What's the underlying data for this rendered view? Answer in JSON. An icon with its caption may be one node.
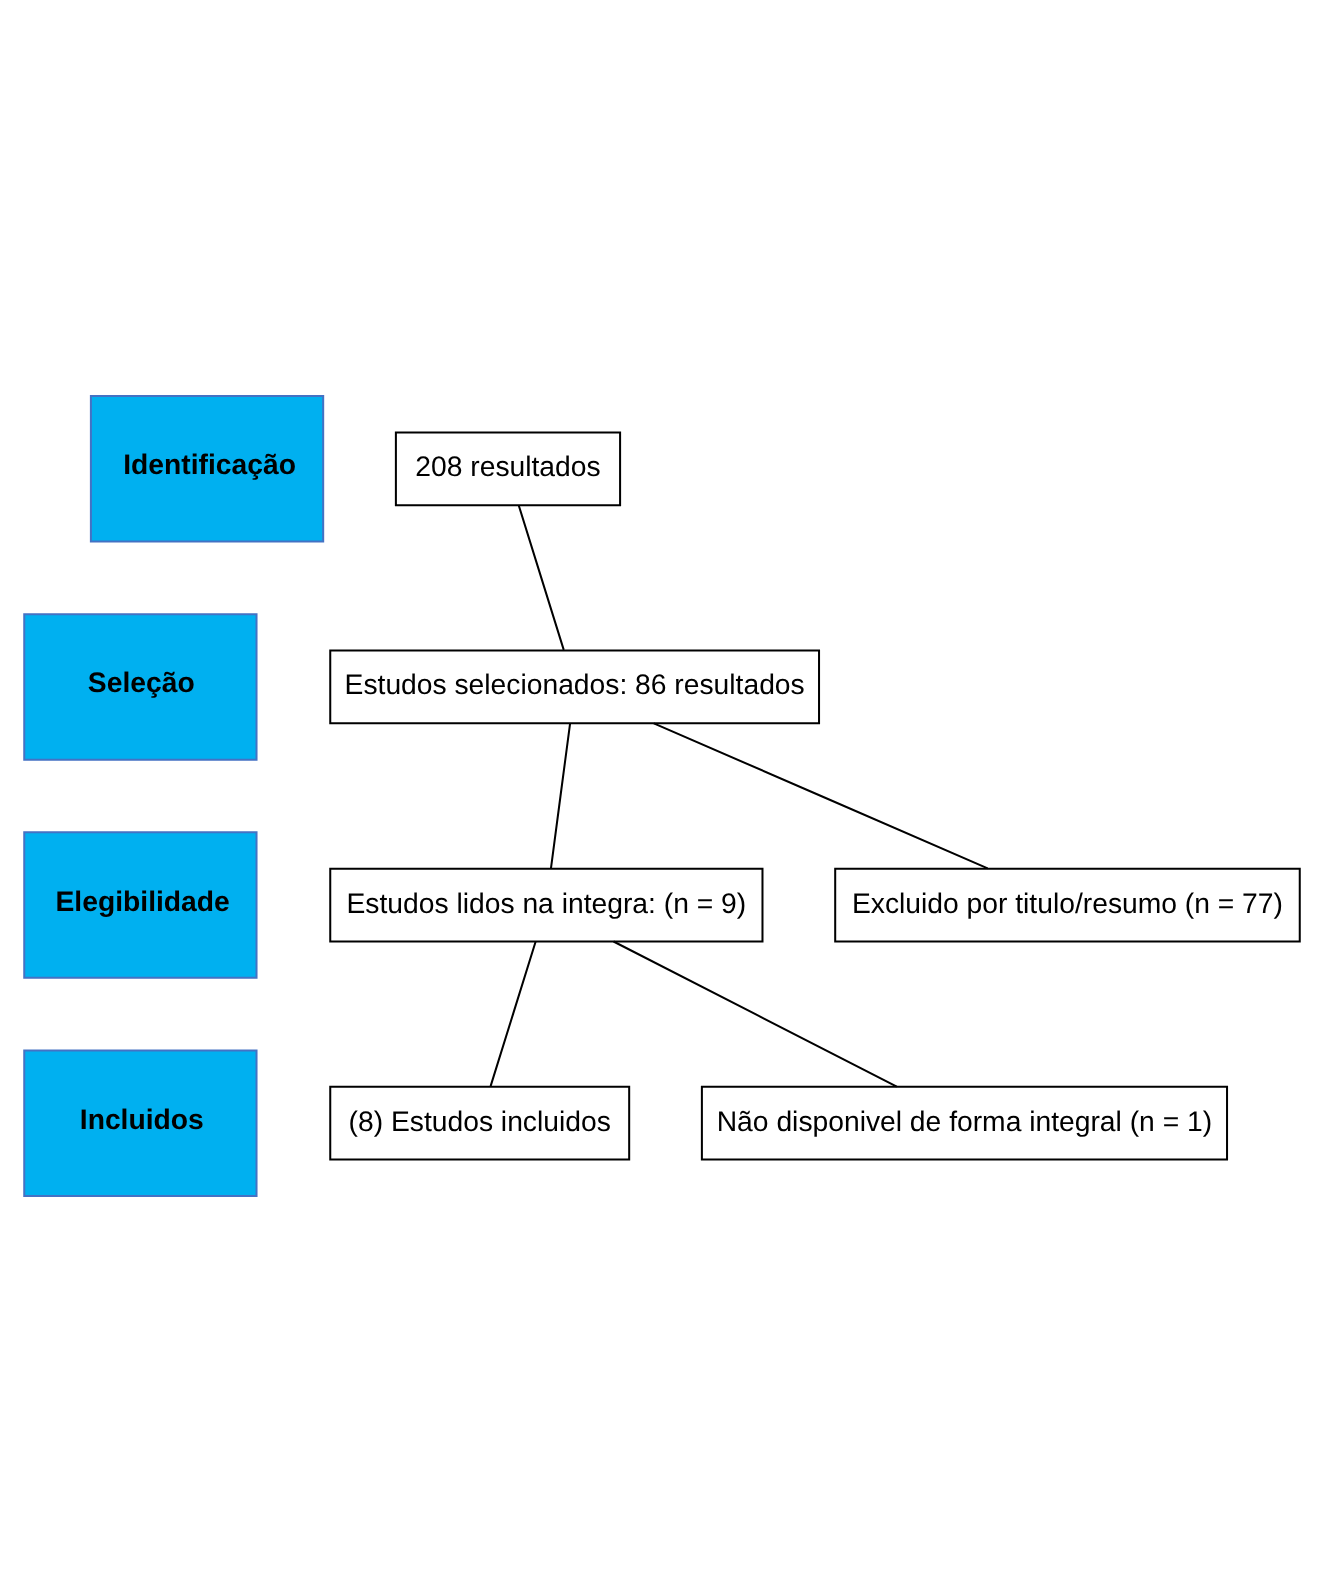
{
  "diagram": {
    "nodes": [
      {
        "text": [
          "Identificação"
        ]
      },
      {
        "text": [
          "208 resultados"
        ]
      },
      {
        "text": [
          "Seleção"
        ]
      },
      {
        "text": [
          "Estudos selecionados: 86 resultados"
        ]
      },
      {
        "text": [
          "Excluido por titulo/resumo (n = 77)"
        ]
      },
      {
        "text": [
          "Elegibilidade"
        ]
      },
      {
        "text": [
          "Estudos lidos na integra: (n = 9)"
        ]
      },
      {
        "text": [
          "Não disponivel de forma integral (n = 1)"
        ]
      },
      {
        "text": [
          "Incluidos"
        ]
      },
      {
        "text": [
          "(8) Estudos incluidos"
        ]
      }
    ],
    "edges": [
      {
        "from": 1,
        "to": 3,
        "arrow": "none"
      },
      {
        "from": 3,
        "to": 4,
        "arrow": "none"
      },
      {
        "from": 3,
        "to": 6,
        "arrow": "none"
      },
      {
        "from": 6,
        "to": 7,
        "arrow": "none"
      },
      {
        "from": 6,
        "to": 9,
        "arrow": "none"
      }
    ]
  }
}
